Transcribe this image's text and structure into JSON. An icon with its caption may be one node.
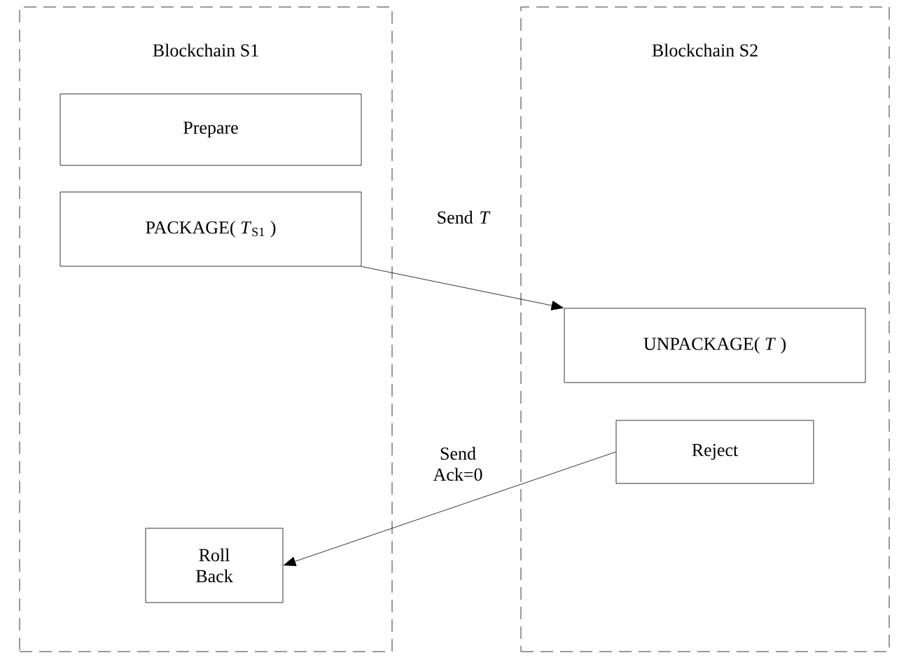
{
  "diagram": {
    "nodes": [
      {
        "text": [
          "Blockchain S1"
        ]
      },
      {
        "text": [
          "Prepare"
        ],
        "in": 0
      },
      {
        "text": [
          "PACKAGE( *T*$_{S1}$ )"
        ],
        "in": 0
      },
      {
        "text": [
          "Roll Back"
        ],
        "in": 0
      },
      {
        "text": [
          "Blockchain S2"
        ]
      },
      {
        "text": [
          "UNPACKAGE( *T* )"
        ],
        "in": 4
      },
      {
        "text": [
          "Reject"
        ],
        "in": 4
      }
    ],
    "edges": [
      {
        "from": 2,
        "to": 5,
        "arrow": "to",
        "label": "Send *T*"
      },
      {
        "from": 6,
        "to": 3,
        "arrow": "to",
        "label": "Send Ack=0"
      }
    ]
  }
}
